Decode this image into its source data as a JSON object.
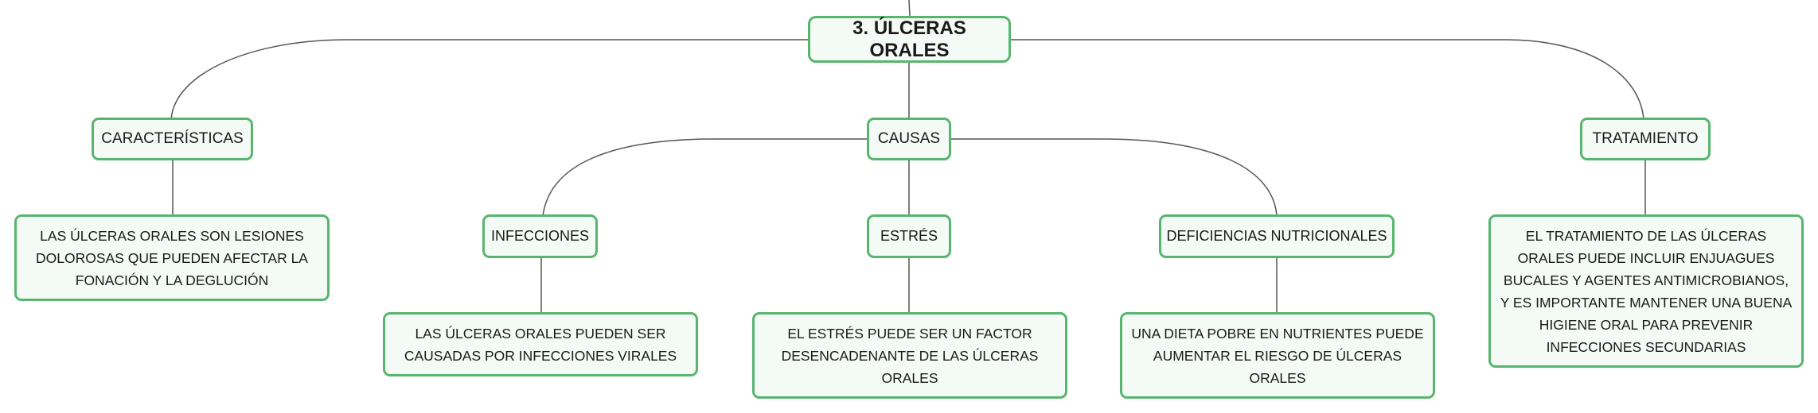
{
  "root": {
    "label": "3. ÚLCERAS ORALES"
  },
  "branches": {
    "caracteristicas": {
      "label": "CARACTERÍSTICAS",
      "detail": "LAS ÚLCERAS ORALES SON LESIONES DOLOROSAS QUE PUEDEN AFECTAR LA FONACIÓN Y LA DEGLUCIÓN"
    },
    "causas": {
      "label": "CAUSAS",
      "infecciones": {
        "label": "INFECCIONES",
        "detail": "LAS ÚLCERAS ORALES PUEDEN SER CAUSADAS POR INFECCIONES VIRALES"
      },
      "estres": {
        "label": "ESTRÉS",
        "detail": "EL ESTRÉS PUEDE SER UN FACTOR DESENCADENANTE DE LAS ÚLCERAS ORALES"
      },
      "deficiencias": {
        "label": "DEFICIENCIAS NUTRICIONALES",
        "detail": "UNA DIETA POBRE EN NUTRIENTES PUEDE AUMENTAR EL RIESGO DE ÚLCERAS ORALES"
      }
    },
    "tratamiento": {
      "label": "TRATAMIENTO",
      "detail": "EL TRATAMIENTO DE LAS ÚLCERAS ORALES PUEDE INCLUIR ENJUAGUES BUCALES Y AGENTES ANTIMICROBIANOS, Y ES IMPORTANTE MANTENER UNA BUENA HIGIENE ORAL PARA PREVENIR INFECCIONES SECUNDARIAS"
    }
  },
  "colors": {
    "node_border": "#58b56e",
    "node_fill": "#f4faf5",
    "connector": "#555555"
  }
}
